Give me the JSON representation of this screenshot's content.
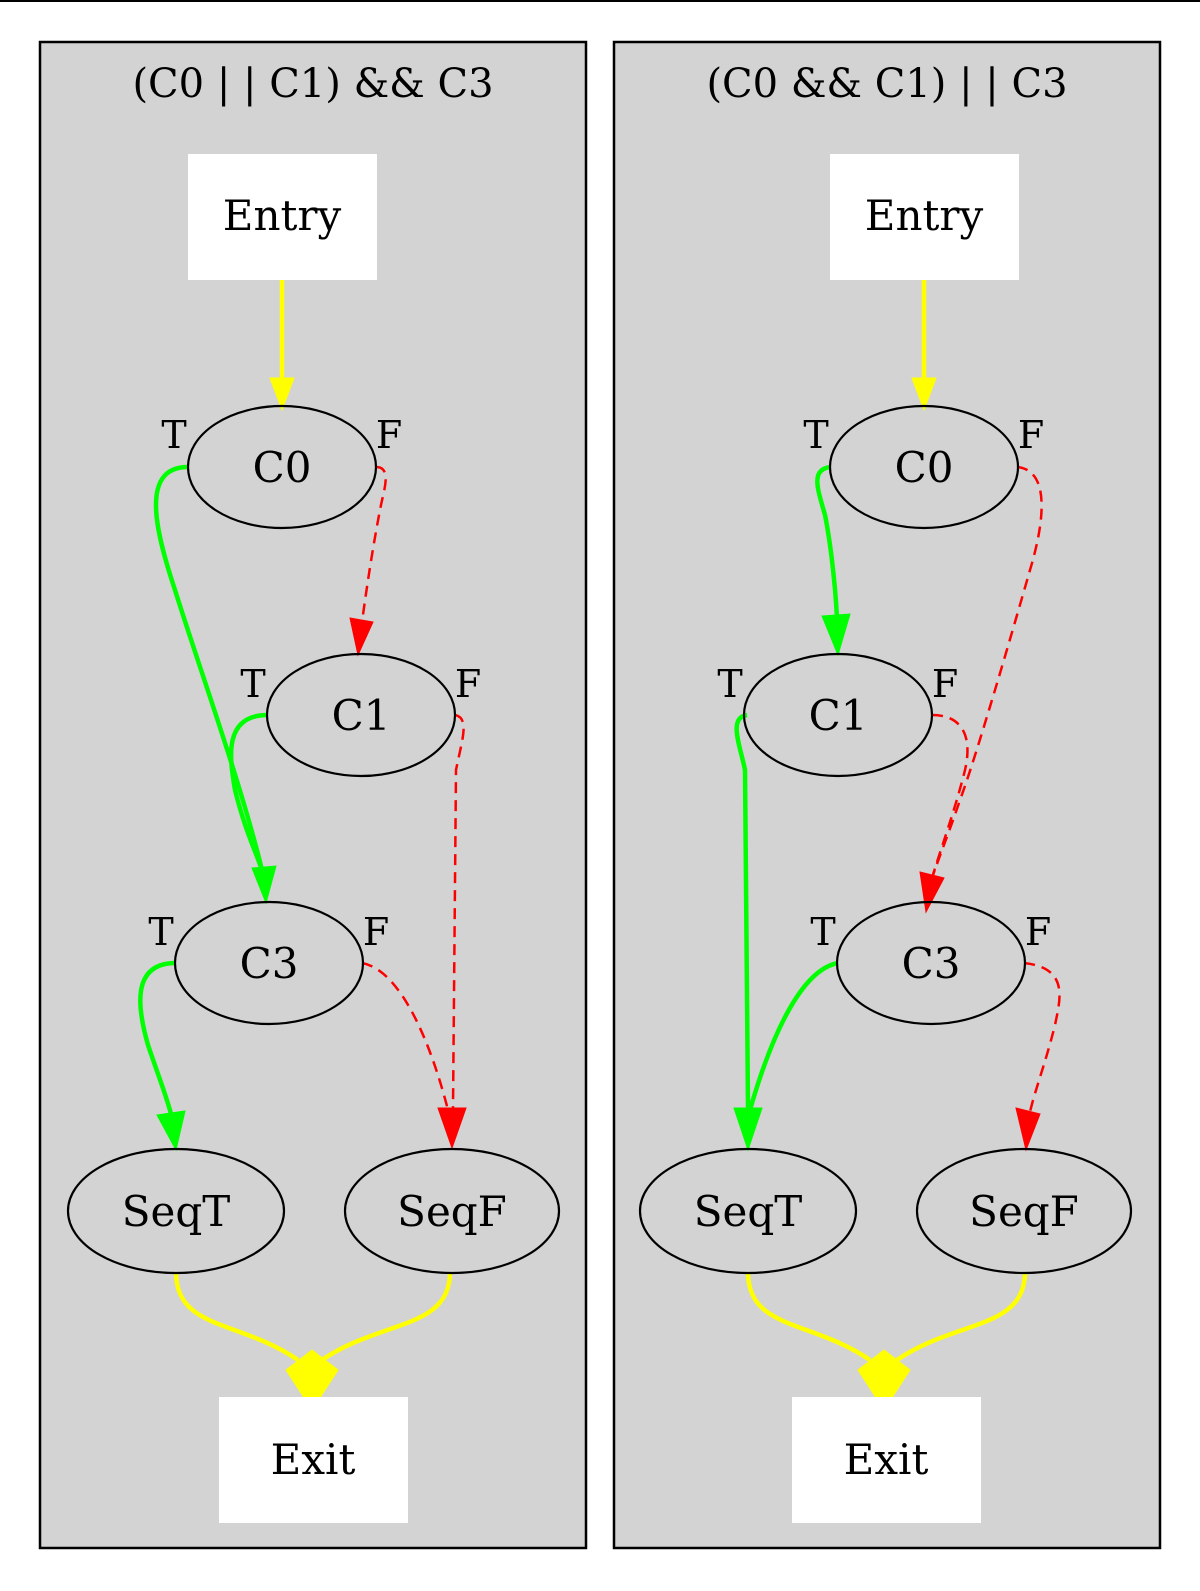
{
  "clusters": [
    {
      "title": "(C0 | | C1) && C3",
      "nodes": {
        "entry": "Entry",
        "c0": "C0",
        "c1": "C1",
        "c3": "C3",
        "seqt": "SeqT",
        "seqf": "SeqF",
        "exit": "Exit"
      },
      "ports": {
        "c0_t": "T",
        "c0_f": "F",
        "c1_t": "T",
        "c1_f": "F",
        "c3_t": "T",
        "c3_f": "F"
      }
    },
    {
      "title": "(C0 && C1) | | C3",
      "nodes": {
        "entry": "Entry",
        "c0": "C0",
        "c1": "C1",
        "c3": "C3",
        "seqt": "SeqT",
        "seqf": "SeqF",
        "exit": "Exit"
      },
      "ports": {
        "c0_t": "T",
        "c0_f": "F",
        "c1_t": "T",
        "c1_f": "F",
        "c3_t": "T",
        "c3_f": "F"
      }
    }
  ],
  "colors": {
    "flow_edge": "#ffff00",
    "true_edge": "#00ff00",
    "false_edge": "#ff0000",
    "cluster_fill": "#d3d3d3",
    "terminal_fill": "#ffffff"
  }
}
